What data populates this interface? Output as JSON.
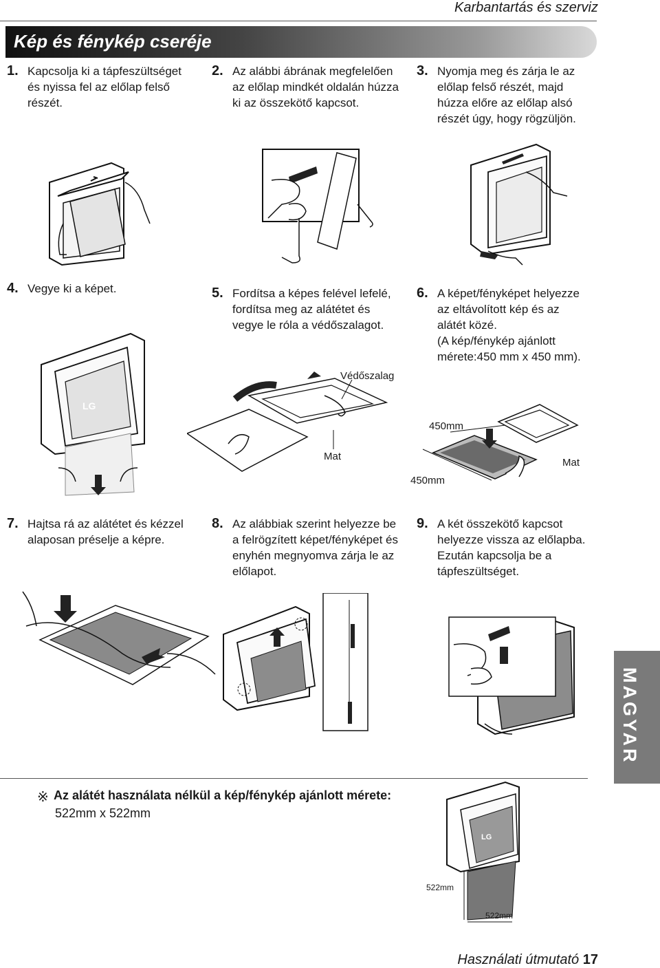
{
  "header": {
    "section": "Karbantartás és szerviz"
  },
  "title": "Kép és fénykép cseréje",
  "steps": [
    {
      "num": "1.",
      "text": "Kapcsolja ki a tápfeszültséget\nés nyissa fel az előlap felső\nrészét."
    },
    {
      "num": "2.",
      "text": "Az alábbi ábrának megfelelően\naz előlap mindkét oldalán húzza\nki az összekötő kapcsot."
    },
    {
      "num": "3.",
      "text": "Nyomja meg és zárja le az\nelőlap felső részét, majd\nhúzza előre az előlap alsó\nrészét úgy, hogy rögzüljön."
    },
    {
      "num": "4.",
      "text": "Vegye ki a képet."
    },
    {
      "num": "5.",
      "text": "Fordítsa a képes felével lefelé,\nfordítsa meg az alátétet és\nvegye le róla a védőszalagot."
    },
    {
      "num": "6.",
      "text": "A képet/fényképet helyezze\naz eltávolított kép és az\nalátét közé.\n(A kép/fénykép ajánlott\nmérete:450 mm x 450 mm)."
    },
    {
      "num": "7.",
      "text": "Hajtsa rá az alátétet és kézzel\nalaposan préselje a képre."
    },
    {
      "num": "8.",
      "text": "Az alábbiak szerint helyezze be\na felrögzített képet/fényképet és\nenyhén megnyomva zárja le az\nelőlapot."
    },
    {
      "num": "9.",
      "text": "A két összekötő kapcsot\nhelyezze vissza az előlapba.\nEzután kapcsolja be a\ntápfeszültséget."
    }
  ],
  "figure_labels": {
    "vedoszalag": "Védőszalag",
    "mat_5": "Mat",
    "mat_6": "Mat",
    "dim_450_top": "450mm",
    "dim_450_bottom": "450mm",
    "dim_522_left": "522mm",
    "dim_522_bottom": "522mm",
    "logo": "LG"
  },
  "side_tab": "MAGYAR",
  "note": {
    "mark": "※",
    "heading": "Az alátét használata nélkül a kép/fénykép ajánlott mérete:",
    "body": "522mm x 522mm"
  },
  "footer": {
    "text": "Használati útmutató",
    "page": "17"
  }
}
